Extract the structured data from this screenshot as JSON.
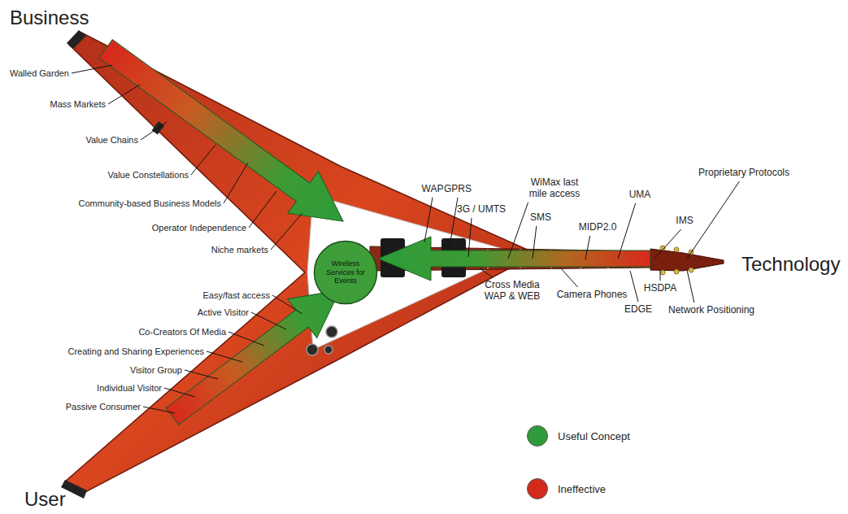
{
  "diagram": {
    "nodes": [
      {
        "text": [
          "Wireless Services for Events"
        ]
      }
    ],
    "labels": [
      "Business",
      "Walled Garden",
      "Mass Markets",
      "Value Chains",
      "Value Constellations",
      "Community-based Business Models",
      "Operator Independence",
      "Niche markets",
      "WAP",
      "GPRS",
      "WiMax last mile access",
      "3G / UMTS",
      "SMS",
      "MIDP2.0",
      "UMA",
      "IMS",
      "Proprietary Protocols",
      "Cross Media WAP & WEB",
      "Camera Phones",
      "EDGE",
      "HSDPA",
      "Network Positioning",
      "Technology",
      "Easy/fast access",
      "Active Visitor",
      "Co-Creators Of Media",
      "Creating and Sharing Experiences",
      "Visitor Group",
      "Individual Visitor",
      "Passive Consumer",
      "User"
    ],
    "legend": [
      {
        "text": "Useful Concept",
        "color": "#2e9b3a"
      },
      {
        "text": "Ineffective",
        "color": "#d42a1c"
      }
    ]
  }
}
